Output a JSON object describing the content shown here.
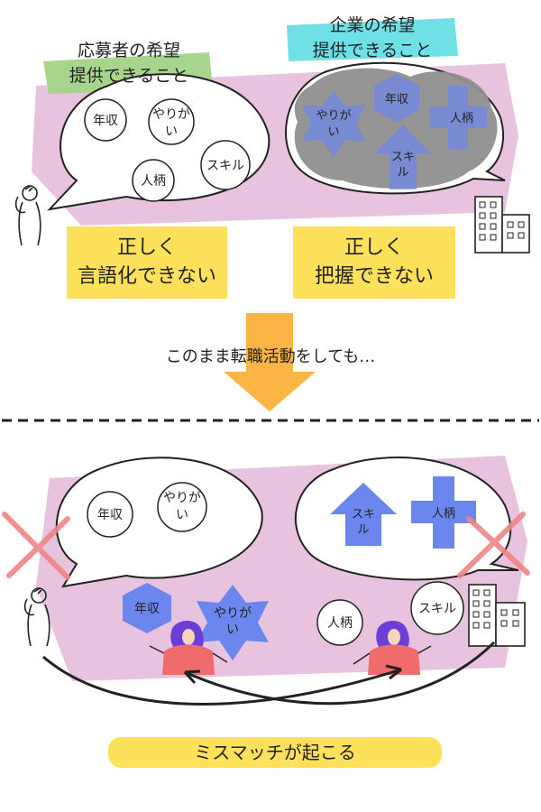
{
  "top": {
    "applicant_header": [
      "応募者の希望",
      "提供できること"
    ],
    "company_header": [
      "企業の希望",
      "提供できること"
    ],
    "applicant_bubble_items": [
      "年収",
      "やりが\nい",
      "人柄",
      "スキル"
    ],
    "company_bubble_items": [
      "やりが\nい",
      "年収",
      "人柄",
      "スキ\nル"
    ],
    "applicant_box": [
      "正しく",
      "言語化できない"
    ],
    "company_box": [
      "正しく",
      "把握できない"
    ]
  },
  "middle": {
    "caption": "このまま転職活動をしても…"
  },
  "bottom": {
    "left_bubble_items": [
      "年収",
      "やりが\nい"
    ],
    "right_bubble_items": [
      "スキ\nル",
      "人柄"
    ],
    "left_floating": [
      "年収",
      "やりが\nい"
    ],
    "right_floating": [
      "人柄",
      "スキル"
    ],
    "result_label": "ミスマッチが起こる"
  },
  "colors": {
    "pink_wash": "#e7c3df",
    "green_highlight": "#a8d58e",
    "cyan_highlight": "#6ee0e6",
    "yellow_box": "#fde15a",
    "orange_arrow": "#fbb545",
    "blue_shape": "#6b86ec",
    "red_x": "#f08585",
    "person_shirt": "#f06b6b",
    "person_hair": "#6b3fd6",
    "gray_cloud": "#8f8f8f"
  }
}
